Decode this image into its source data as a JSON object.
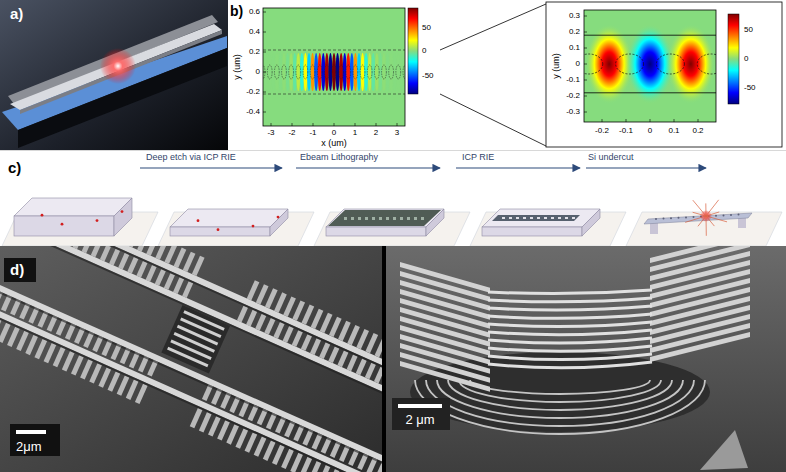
{
  "diagram": {
    "labels": [
      "a)",
      "b)",
      "0.6",
      "0.4",
      "0.2",
      "0",
      "-0.2",
      "-0.4",
      "-3",
      "-2",
      "-1",
      "0",
      "1",
      "2",
      "3",
      "x (um)",
      "y (um)",
      "50",
      "0",
      "-50",
      "0.3",
      "0.2",
      "0.1",
      "0",
      "-0.1",
      "-0.2",
      "-0.3",
      "-0.2",
      "-0.1",
      "0",
      "0.1",
      "0.2",
      "y (um)",
      "50",
      "0",
      "-50",
      "c)",
      "Deep etch via ICP RIE",
      "Ebeam Lithography",
      "ICP RIE",
      "Si undercut",
      "d)",
      "2μm",
      "2 μm"
    ]
  }
}
